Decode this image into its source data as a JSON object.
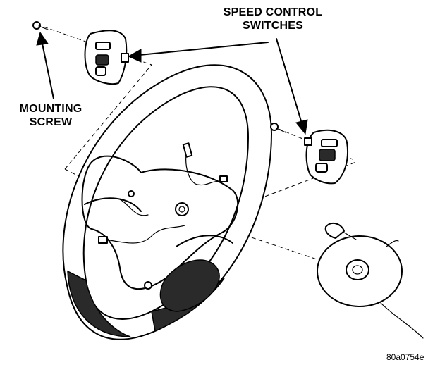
{
  "labels": {
    "speed_control_line1": "SPEED CONTROL",
    "speed_control_line2": "SWITCHES",
    "mounting_line1": "MOUNTING",
    "mounting_line2": "SCREW",
    "figure_id": "80a0754e"
  }
}
